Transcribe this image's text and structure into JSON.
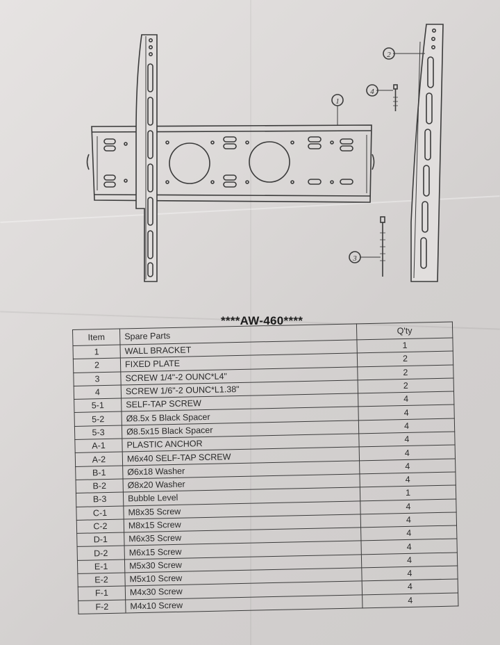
{
  "model_title": "****AW-460****",
  "callouts": [
    "1",
    "2",
    "3",
    "4"
  ],
  "table": {
    "headers": {
      "item": "Item",
      "part": "Spare Parts",
      "qty": "Q'ty"
    },
    "rows": [
      {
        "item": "1",
        "part": "WALL BRACKET",
        "qty": "1"
      },
      {
        "item": "2",
        "part": "FIXED PLATE",
        "qty": "2"
      },
      {
        "item": "3",
        "part": "SCREW 1/4\"-2 OUNC*L4\"",
        "qty": "2"
      },
      {
        "item": "4",
        "part": "SCREW 1/6\"-2 OUNC*L1.38\"",
        "qty": "2"
      },
      {
        "item": "5-1",
        "part": "SELF-TAP SCREW",
        "qty": "4"
      },
      {
        "item": "5-2",
        "part": "Ø8.5x 5 Black Spacer",
        "qty": "4"
      },
      {
        "item": "5-3",
        "part": "Ø8.5x15 Black Spacer",
        "qty": "4"
      },
      {
        "item": "A-1",
        "part": "PLASTIC ANCHOR",
        "qty": "4"
      },
      {
        "item": "A-2",
        "part": "M6x40 SELF-TAP SCREW",
        "qty": "4"
      },
      {
        "item": "B-1",
        "part": "Ø6x18 Washer",
        "qty": "4"
      },
      {
        "item": "B-2",
        "part": "Ø8x20 Washer",
        "qty": "4"
      },
      {
        "item": "B-3",
        "part": "Bubble Level",
        "qty": "1"
      },
      {
        "item": "C-1",
        "part": "M8x35 Screw",
        "qty": "4"
      },
      {
        "item": "C-2",
        "part": "M8x15 Screw",
        "qty": "4"
      },
      {
        "item": "D-1",
        "part": "M6x35 Screw",
        "qty": "4"
      },
      {
        "item": "D-2",
        "part": "M6x15 Screw",
        "qty": "4"
      },
      {
        "item": "E-1",
        "part": "M5x30 Screw",
        "qty": "4"
      },
      {
        "item": "E-2",
        "part": "M5x10 Screw",
        "qty": "4"
      },
      {
        "item": "F-1",
        "part": "M4x30 Screw",
        "qty": "4"
      },
      {
        "item": "F-2",
        "part": "M4x10 Screw",
        "qty": "4"
      }
    ]
  }
}
